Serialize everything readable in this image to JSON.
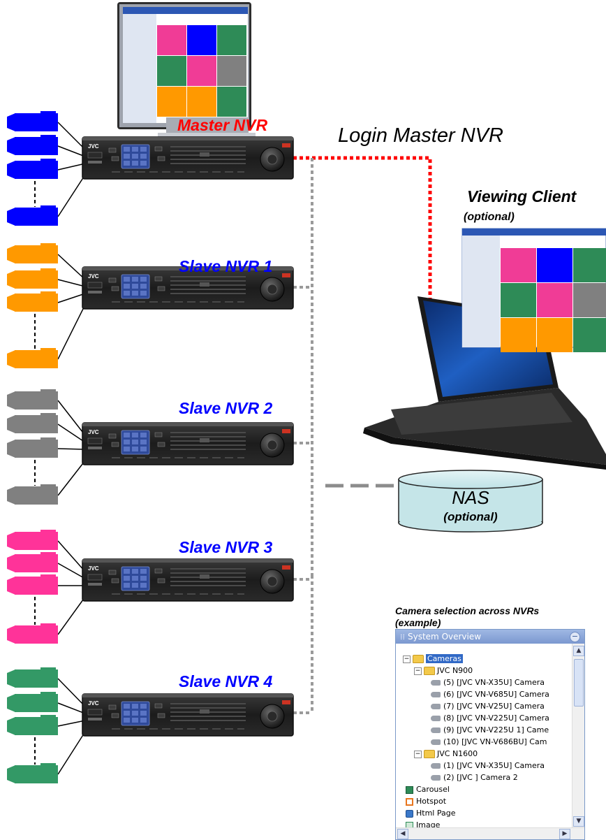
{
  "labels": {
    "master": "Master NVR",
    "slave1": "Slave NVR 1",
    "slave2": "Slave NVR 2",
    "slave3": "Slave NVR 3",
    "slave4": "Slave NVR 4",
    "login": "Login Master NVR",
    "viewing_client": "Viewing Client",
    "viewing_client_sub": "(optional)",
    "nas": "NAS",
    "nas_sub": "(optional)",
    "camera_selection": "Camera selection across NVRs",
    "camera_selection_sub": "(example)"
  },
  "colors": {
    "master_label": "#ff0000",
    "slave_label": "#0000ff",
    "group_blue": "#0000ff",
    "group_orange": "#ff9900",
    "group_gray": "#808080",
    "group_pink": "#ff3399",
    "group_green": "#339966",
    "login_line": "#ff0000",
    "network_line": "#999999",
    "nas_fill": "#c5e5e8"
  },
  "monitor_grid": [
    "#f03c96",
    "#0000ff",
    "#2e8b57",
    "#2e8b57",
    "#f03c96",
    "#808080",
    "#ff9900",
    "#ff9900",
    "#2e8b57"
  ],
  "system_overview": {
    "title": "System Overview",
    "root": "Cameras",
    "nvr1": {
      "name": "JVC N900",
      "cameras": [
        "(5) [JVC VN-X35U] Camera",
        "(6) [JVC VN-V685U] Camera",
        "(7) [JVC VN-V25U] Camera",
        "(8) [JVC VN-V225U] Camera",
        "(9) [JVC VN-V225U 1] Came",
        "(10) [JVC VN-V686BU] Cam"
      ]
    },
    "nvr2": {
      "name": "JVC N1600",
      "cameras": [
        "(1) [JVC VN-X35U] Camera",
        "(2) [JVC ] Camera 2"
      ]
    },
    "other_items": [
      "Carousel",
      "Hotspot",
      "Html Page",
      "Image"
    ]
  }
}
